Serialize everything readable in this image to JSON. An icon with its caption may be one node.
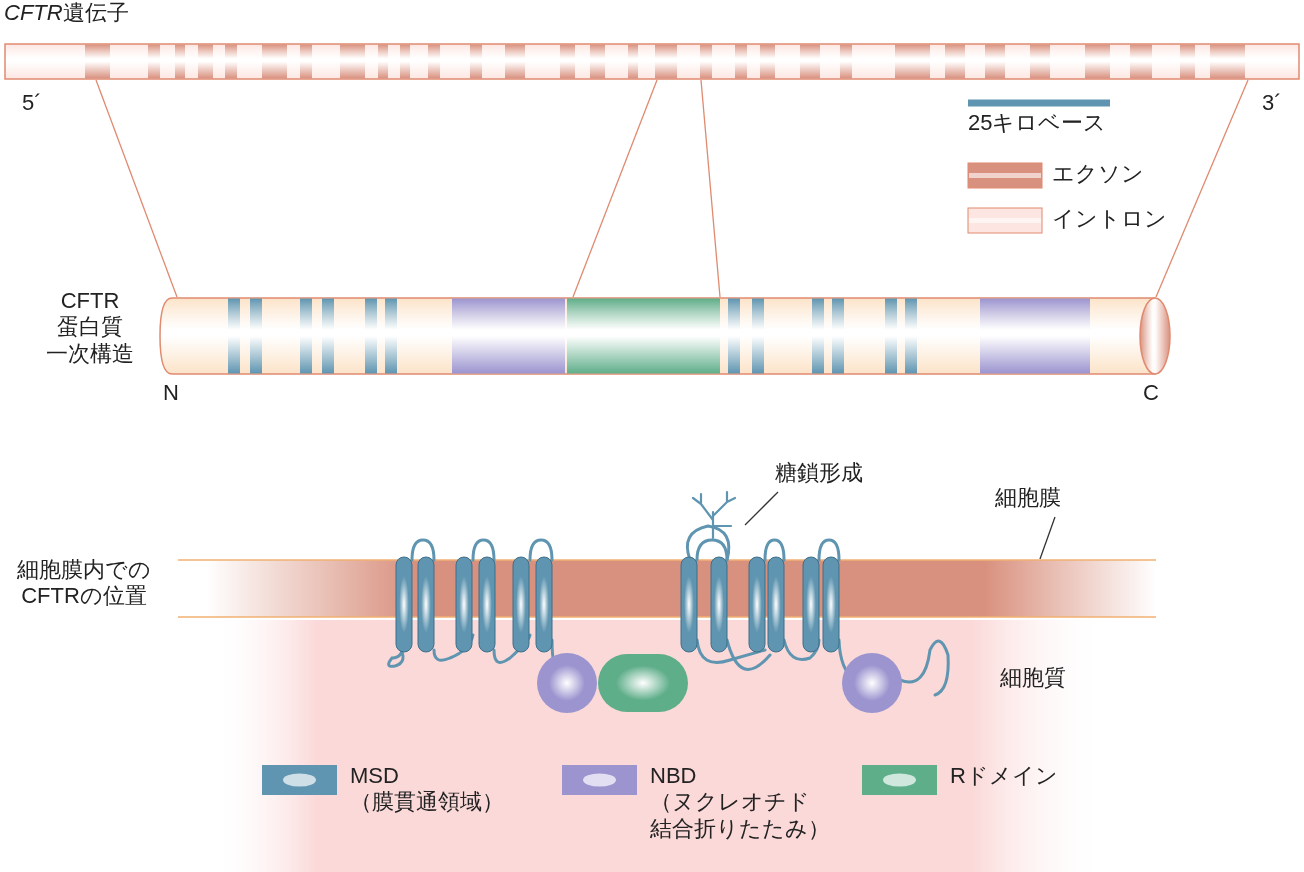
{
  "diagram": {
    "nodes": [
      {
        "text": [
          "CFTR遺伝子"
        ],
        "beside": [
          "5´",
          "3´"
        ]
      },
      {
        "text": [
          "CFTR 蛋白質一次構造"
        ],
        "beside": [
          "N",
          "C"
        ]
      },
      {
        "text": [
          "細胞膜内での CFTRの位置"
        ]
      },
      {
        "text": [
          "糖鎖形成"
        ]
      },
      {
        "text": [],
        "shape": "picture"
      },
      {
        "text": [
          "細胞膜"
        ]
      }
    ],
    "edges": [
      {
        "from": 0,
        "to": 1,
        "arrow": "none"
      },
      {
        "from": 0,
        "to": 1,
        "arrow": "none"
      },
      {
        "from": 0,
        "to": 1,
        "arrow": "none"
      },
      {
        "from": 0,
        "to": 1,
        "arrow": "none"
      },
      {
        "from": 3,
        "to": 4,
        "arrow": "none",
        "color": "#333333"
      },
      {
        "from": 5,
        "to": 2,
        "arrow": "none",
        "color": "#333333"
      }
    ],
    "labels": [
      "細胞質"
    ],
    "legend": [
      {
        "text": "25キロベース"
      },
      {
        "text": "エクソン",
        "color": "#d9917f"
      },
      {
        "text": "イントロン",
        "color": "#fde6e1"
      },
      {
        "text": "MSD （膜貫通領域）",
        "color": "#5f95b0"
      },
      {
        "text": "NBD （ヌクレオチド結合折りたたみ）",
        "color": "#9b94cf"
      },
      {
        "text": "Rドメイン",
        "color": "#5fae8a"
      }
    ]
  }
}
